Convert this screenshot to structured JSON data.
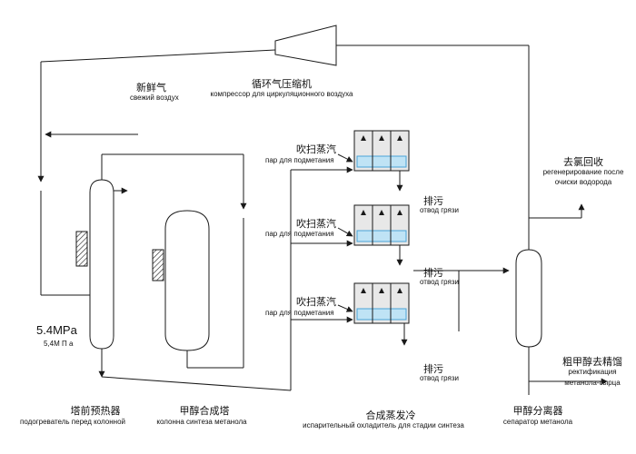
{
  "labels": {
    "fresh_gas_cn": "新鲜气",
    "fresh_gas_ru": "свежий воздух",
    "compressor_cn": "循环气压缩机",
    "compressor_ru": "компрессор для циркуляционного воздуха",
    "purge_steam_1_cn": "吹扫蒸汽",
    "purge_steam_1_ru": "пар для подметания",
    "purge_steam_2_cn": "吹扫蒸汽",
    "purge_steam_2_ru": "пар для подметания",
    "purge_steam_3_cn": "吹扫蒸汽",
    "purge_steam_3_ru": "пар для подметания",
    "blowdown_1_cn": "排污",
    "blowdown_1_ru": "отвод грязи",
    "blowdown_2_cn": "排污",
    "blowdown_2_ru": "отвод грязи",
    "blowdown_3_cn": "排污",
    "blowdown_3_ru": "отвод грязи",
    "dechlorination_cn": "去氯回收",
    "dechlorination_ru_1": "регенерирование после",
    "dechlorination_ru_2": "очиски водорода",
    "pressure_value": "5.4MPa",
    "pressure_ru": "5,4М П а",
    "preheater_cn": "塔前预热器",
    "preheater_ru": "подогреватель перед колонной",
    "synthesis_tower_cn": "甲醇合成塔",
    "synthesis_tower_ru": "колонна синтеза метанола",
    "evap_cooler_cn": "合成蒸发冷",
    "evap_cooler_ru": "испарительный охладитель для стадии синтеза",
    "separator_cn": "甲醇分离器",
    "separator_ru": "сепаратор метанола",
    "crude_methanol_cn": "粗甲醇去精馏",
    "crude_methanol_ru_1": "ректификация",
    "crude_methanol_ru_2": "метанола-сырца"
  },
  "colors": {
    "line": "#1a1a1a",
    "cooler_blue": "#4aa3d8",
    "cooler_light": "#bfe3f5"
  }
}
